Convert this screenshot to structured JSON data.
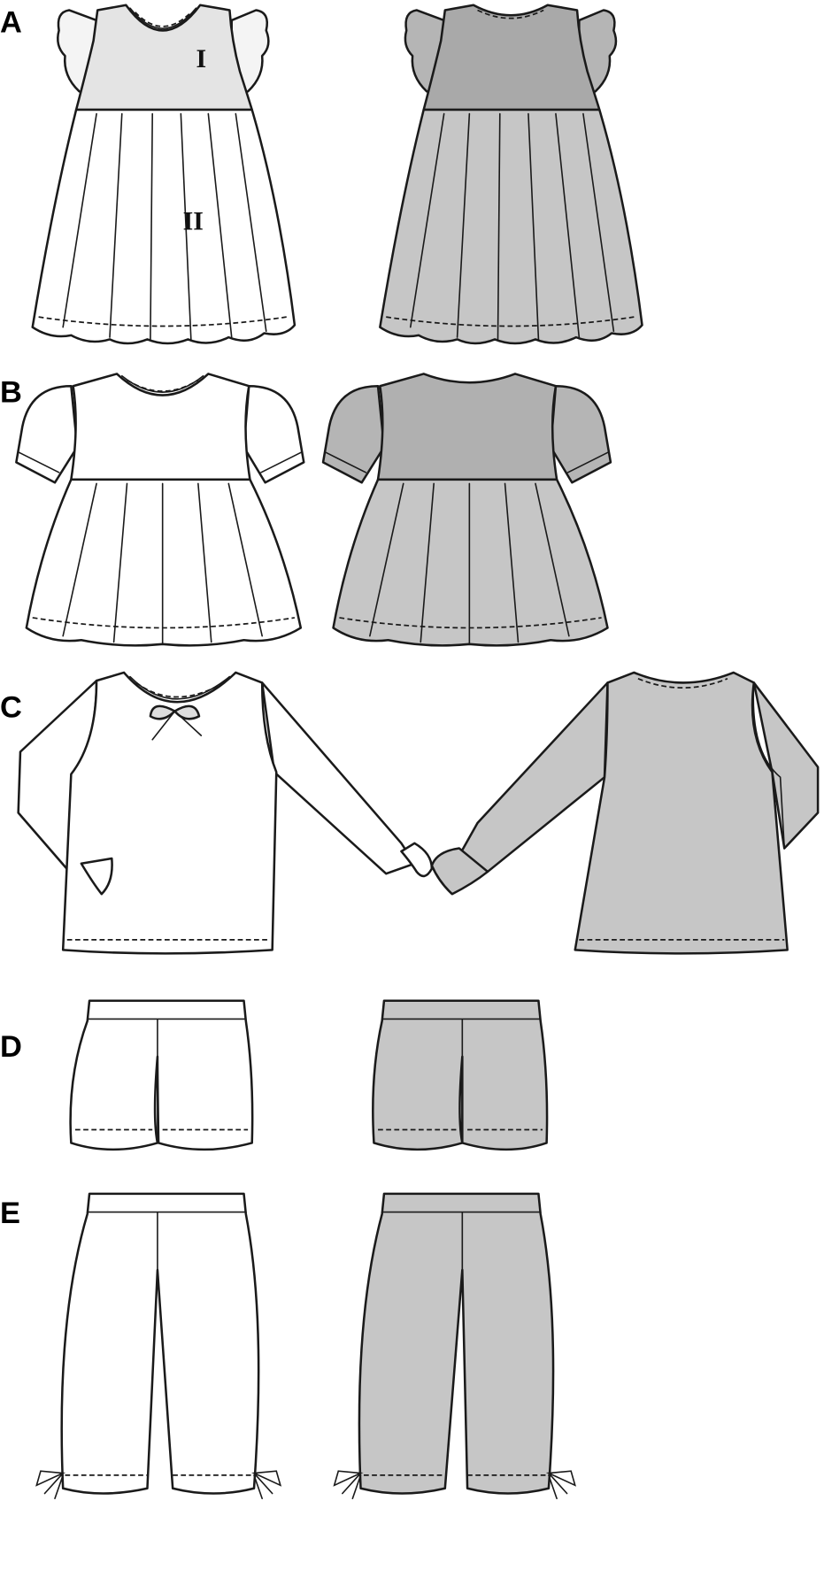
{
  "views": [
    {
      "label": "A",
      "piece_labels": [
        "I",
        "II"
      ]
    },
    {
      "label": "B"
    },
    {
      "label": "C"
    },
    {
      "label": "D"
    },
    {
      "label": "E"
    }
  ],
  "colors": {
    "outline": "#1a1a1a",
    "front_bodice": "#e4e4e4",
    "back_bodice": "#a9a9a9",
    "back_fill": "#c6c6c6",
    "front_fill": "#ffffff"
  }
}
